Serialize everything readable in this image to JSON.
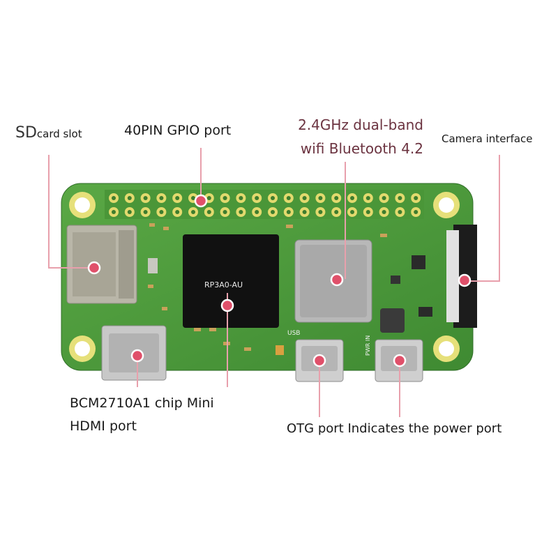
{
  "labels": {
    "sd_prefix": "SD",
    "sd_rest": "card slot",
    "gpio": "40PIN GPIO port",
    "wifi_line1": "2.4GHz dual-band",
    "wifi_line2": "wifi Bluetooth 4.2",
    "camera": "Camera interface",
    "bcm_line1": "BCM2710A1 chip Mini",
    "bcm_line2": "HDMI port",
    "otg": "OTG port Indicates the power port"
  },
  "board": {
    "chip_marking": "RP3A0-AU",
    "usb_silk": "USB",
    "pwr_silk": "PWR IN"
  },
  "colors": {
    "pcb": "#4d9a3a",
    "marker": "#e0506a",
    "leader": "#e8a0ac",
    "wifi_text": "#6b3340"
  }
}
